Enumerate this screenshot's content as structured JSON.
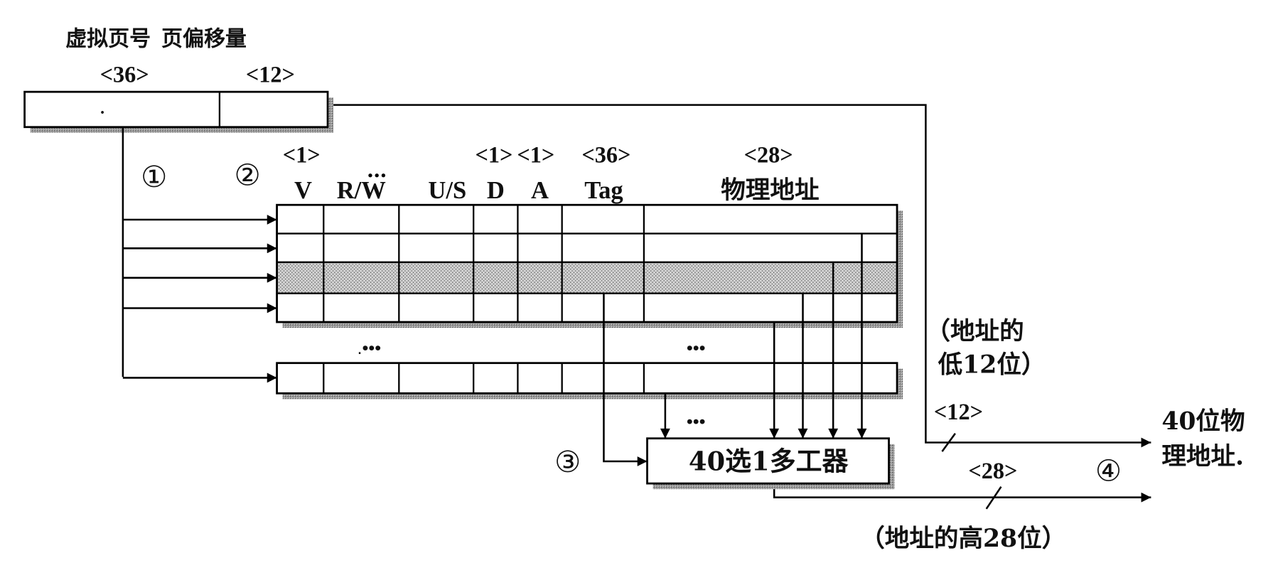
{
  "virtual_address": {
    "vpn_label": "虚拟页号",
    "offset_label": "页偏移量",
    "vpn_width": "<36>",
    "offset_width": "<12>"
  },
  "steps": {
    "s1": "①",
    "s2": "②",
    "s3": "③",
    "s4": "④"
  },
  "tlb": {
    "widths": {
      "valid": "<1>",
      "dirty": "<1>",
      "access": "<1>",
      "tag": "<36>",
      "physical_address": "<28>"
    },
    "columns": {
      "valid": "V",
      "read_write": "R/W",
      "user_supervisor": "U/S",
      "dirty": "D",
      "access": "A",
      "tag": "Tag",
      "physical_address": "物理地址"
    },
    "ellipsis_left": ".•••",
    "ellipsis_right": "•••"
  },
  "mux": {
    "label": "40选1多工器",
    "ellipsis": "•••"
  },
  "low_bits": {
    "width": "<12>",
    "note_line1": "（地址的",
    "note_line2": "低12位）"
  },
  "high_bits": {
    "width": "<28>",
    "note": "（地址的高28位）"
  },
  "output": {
    "line1": "40位物",
    "line2": "理地址."
  }
}
